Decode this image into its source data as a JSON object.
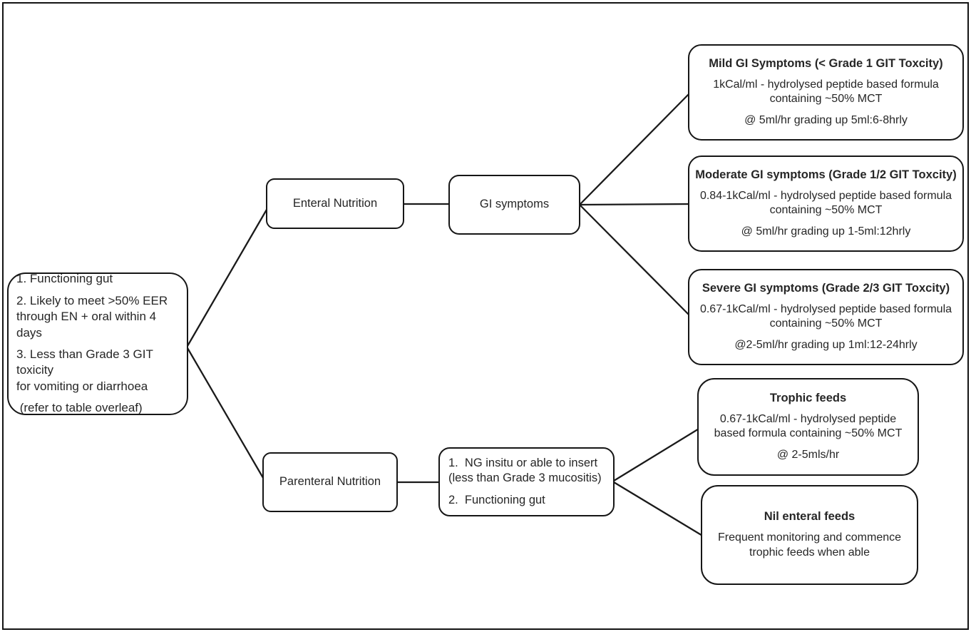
{
  "diagram": {
    "title": "Nutrition support decision flowchart",
    "colors": {
      "background": "#ffffff",
      "border": "#161616",
      "connector_line": "#1a1a1a",
      "text": "#262626"
    },
    "criteria_box": {
      "lines": [
        "1. Functioning gut",
        "2. Likely to meet >50% EER",
        "through EN + oral within 4 days",
        "3. Less than Grade 3 GIT toxicity",
        "for vomiting or diarrhoea",
        " (refer to table overleaf)"
      ]
    },
    "enteral_box": {
      "label": "Enteral Nutrition"
    },
    "gi_symptoms_box": {
      "label": "GI symptoms"
    },
    "parenteral_box": {
      "label": "Parenteral Nutrition"
    },
    "ng_box": {
      "line1": "1.  NG insitu or able to insert",
      "line2": "(less than Grade 3 mucositis)",
      "line3": "2.  Functioning gut"
    },
    "mild_box": {
      "title": "Mild GI Symptoms (< Grade 1 GIT Toxcity)",
      "body_line1": "1kCal/ml - hydrolysed peptide based formula",
      "body_line2": "containing ~50% MCT",
      "rate_line": "@ 5ml/hr grading up 5ml:6-8hrly"
    },
    "moderate_box": {
      "title": "Moderate GI symptoms (Grade 1/2 GIT Toxcity)",
      "body_line1": "0.84-1kCal/ml - hydrolysed peptide based formula",
      "body_line2": "containing ~50% MCT",
      "rate_line": "@ 5ml/hr grading up 1-5ml:12hrly"
    },
    "severe_box": {
      "title": "Severe GI symptoms (Grade 2/3 GIT Toxcity)",
      "body_line1": "0.67-1kCal/ml - hydrolysed peptide based formula",
      "body_line2": "containing ~50% MCT",
      "rate_line": "@2-5ml/hr grading up 1ml:12-24hrly"
    },
    "trophic_box": {
      "title": "Trophic feeds",
      "body_line1": "0.67-1kCal/ml - hydrolysed peptide",
      "body_line2": "based formula containing ~50% MCT",
      "rate_line": "@ 2-5mls/hr"
    },
    "nil_box": {
      "title": "Nil enteral feeds",
      "body_line1": "Frequent monitoring and commence",
      "body_line2": "trophic feeds when able"
    }
  }
}
